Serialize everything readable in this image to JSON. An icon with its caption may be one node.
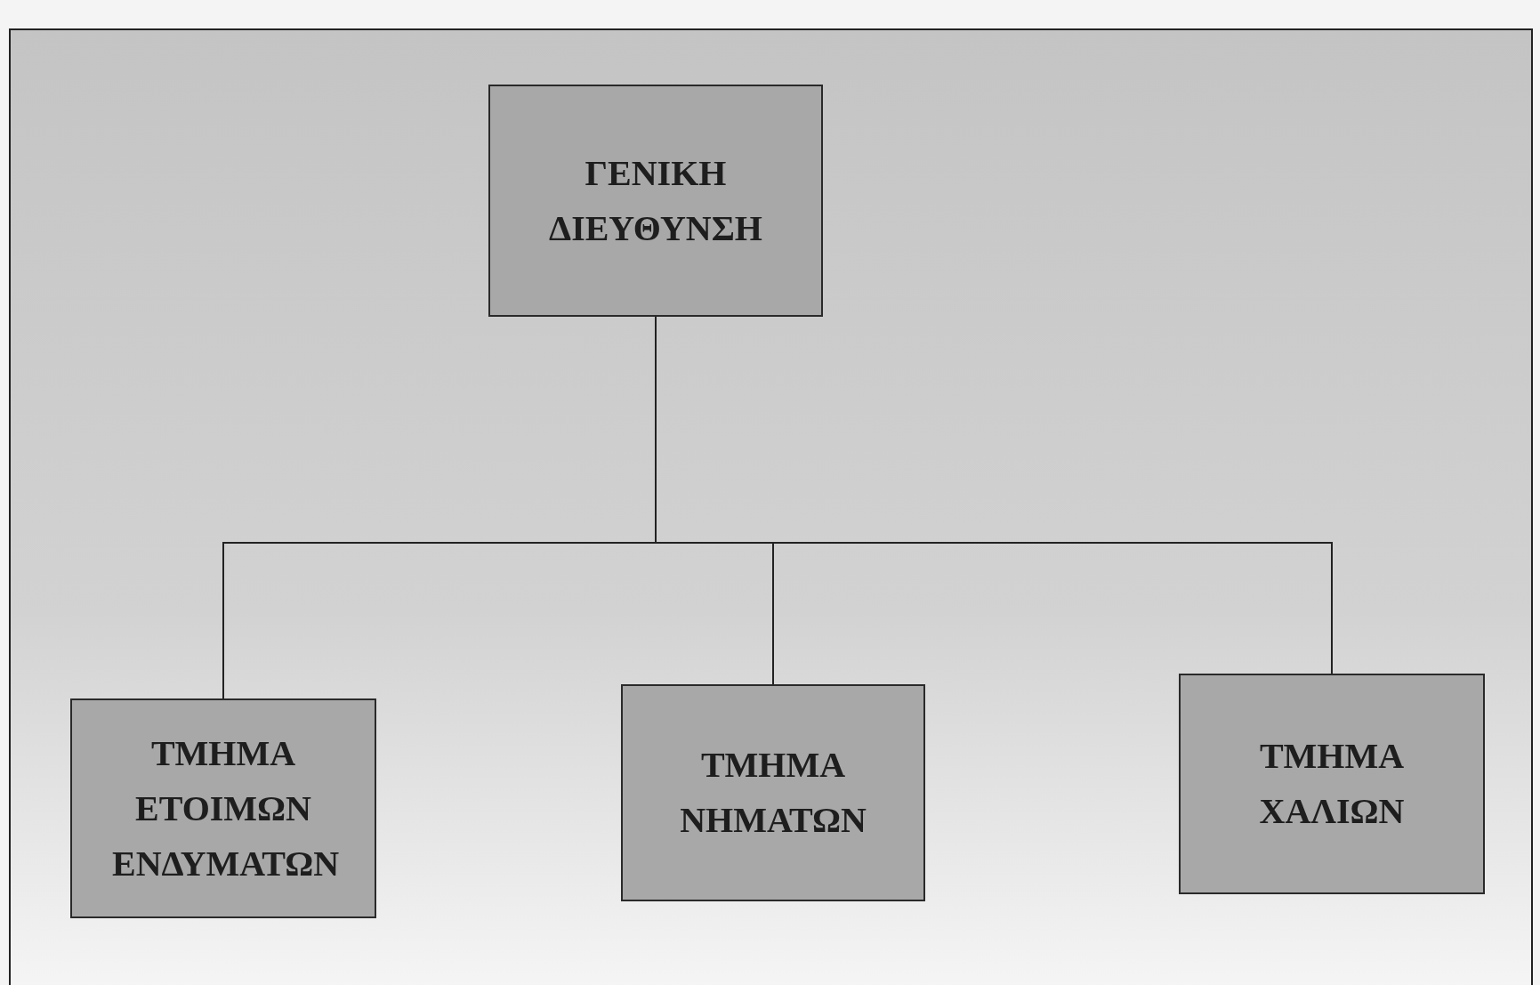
{
  "diagram": {
    "nodes": [
      {
        "text": [
          "ΓΕΝΙΚΗ ΔΙΕΥΘΥΝΣΗ"
        ]
      },
      {
        "text": [
          "ΤΜΗΜΑ ΕΤΟΙΜΩΝ ΕΝΔΥΜΑΤΩΝ"
        ]
      },
      {
        "text": [
          "ΤΜΗΜΑ ΝΗΜΑΤΩΝ"
        ]
      },
      {
        "text": [
          "ΤΜΗΜΑ ΧΑΛΙΩΝ"
        ]
      }
    ],
    "edges": [
      {
        "from": 0,
        "to": 1,
        "arrow": "none"
      },
      {
        "from": 0,
        "to": 2,
        "arrow": "none"
      },
      {
        "from": 0,
        "to": 3,
        "arrow": "none"
      }
    ]
  }
}
